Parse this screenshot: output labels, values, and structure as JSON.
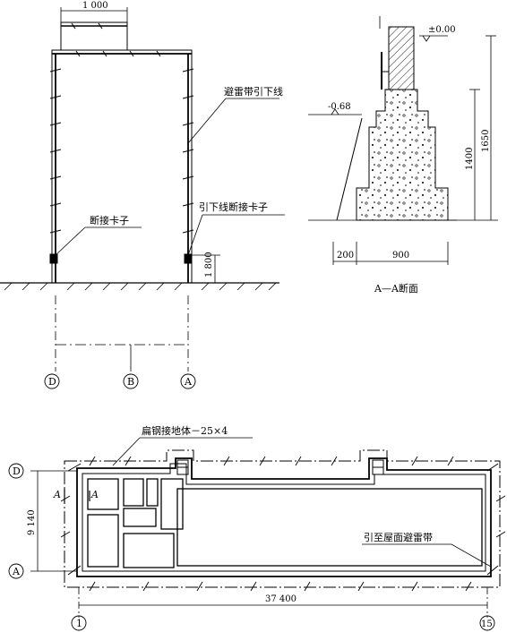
{
  "elevation": {
    "top_dim": "1 000",
    "label_downconductor": "避雷带引下线",
    "label_clamp_right": "引下线断接卡子",
    "label_clamp_left": "断接卡子",
    "height_dim": "1 800",
    "axes": [
      "D",
      "B",
      "A"
    ]
  },
  "section": {
    "level_top": "±0.00",
    "level_ground": "-0.68",
    "dim_1400": "1400",
    "dim_1650": "1650",
    "dim_200": "200",
    "dim_900": "900",
    "title": "A—A断面"
  },
  "plan": {
    "label_flatsteel": "扁钢接地体－25×4",
    "label_roof": "引至屋面避雷带",
    "dim_width": "9 140",
    "dim_length": "37 400",
    "axis_top": "D",
    "axis_bottom": "A",
    "axis_left_num": "1",
    "axis_right_num": "15",
    "section_mark": "A"
  }
}
